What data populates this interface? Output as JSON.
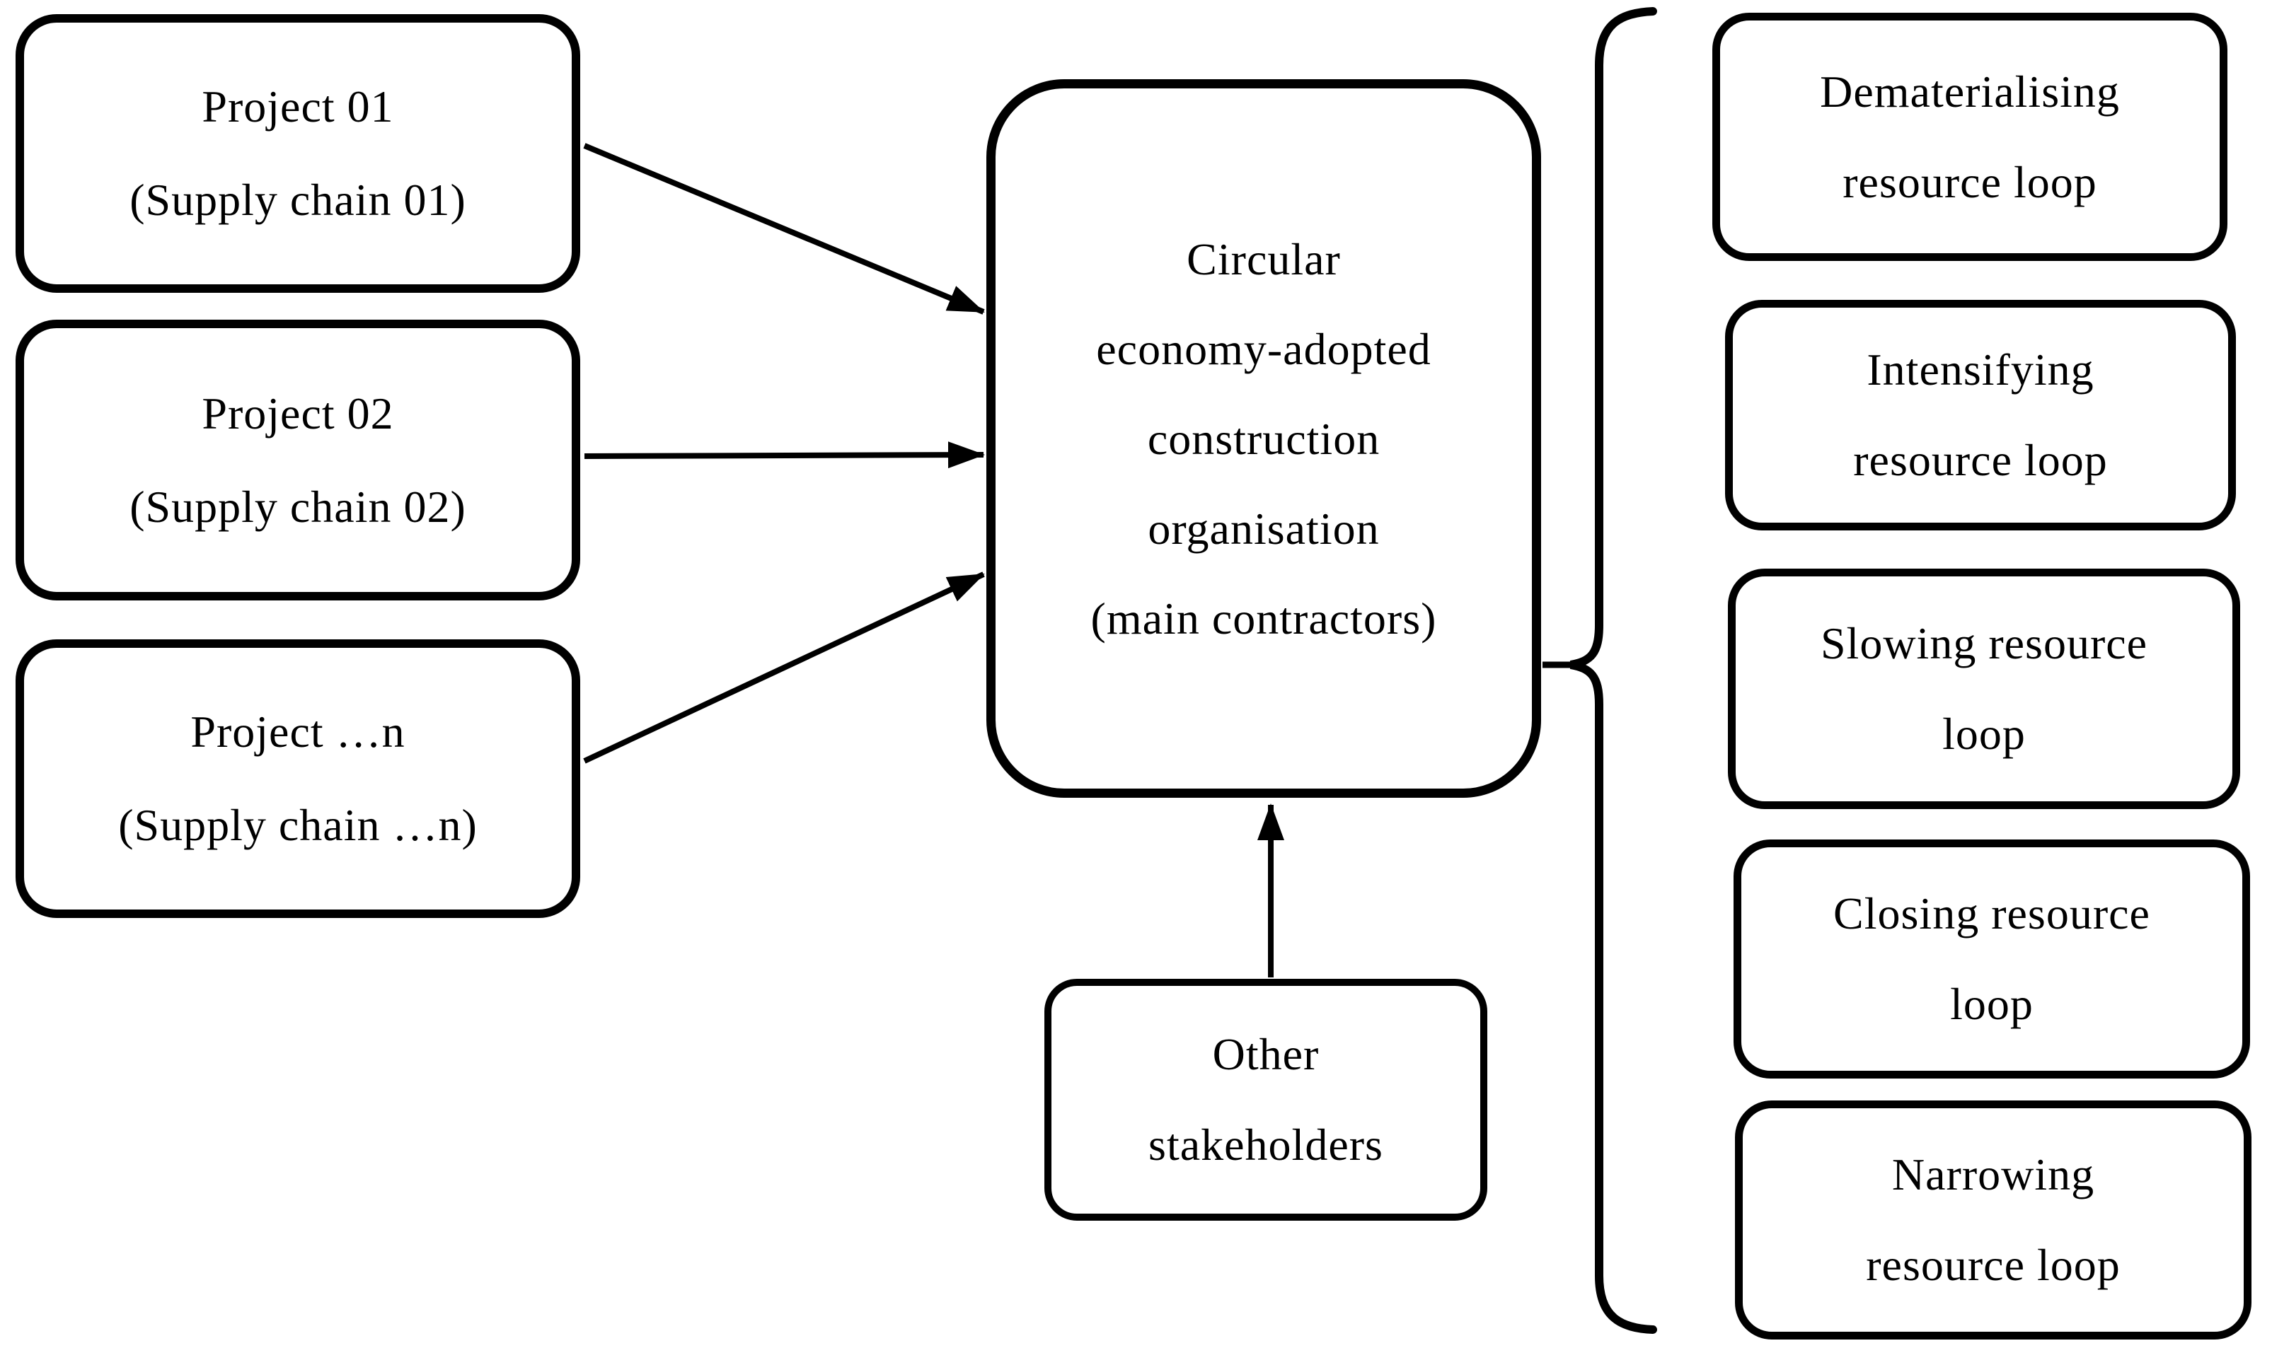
{
  "page": {
    "background_color": "#ffffff",
    "ink_color": "#000000"
  },
  "diagram": {
    "project_boxes": [
      {
        "lines": [
          "Project 01",
          "(Supply chain 01)"
        ]
      },
      {
        "lines": [
          "Project 02",
          "(Supply chain 02)"
        ]
      },
      {
        "lines": [
          "Project …n",
          "(Supply chain …n)"
        ]
      }
    ],
    "central_box": {
      "lines": [
        "Circular",
        "economy-adopted",
        "construction",
        "organisation",
        "(main contractors)"
      ]
    },
    "stakeholders_box": {
      "lines": [
        "Other",
        "stakeholders"
      ]
    },
    "loop_boxes": [
      {
        "lines": [
          "Dematerialising",
          "resource loop"
        ]
      },
      {
        "lines": [
          "Intensifying",
          "resource loop"
        ]
      },
      {
        "lines": [
          "Slowing resource",
          "loop"
        ]
      },
      {
        "lines": [
          "Closing resource",
          "loop"
        ]
      },
      {
        "lines": [
          "Narrowing",
          "resource loop"
        ]
      }
    ]
  }
}
